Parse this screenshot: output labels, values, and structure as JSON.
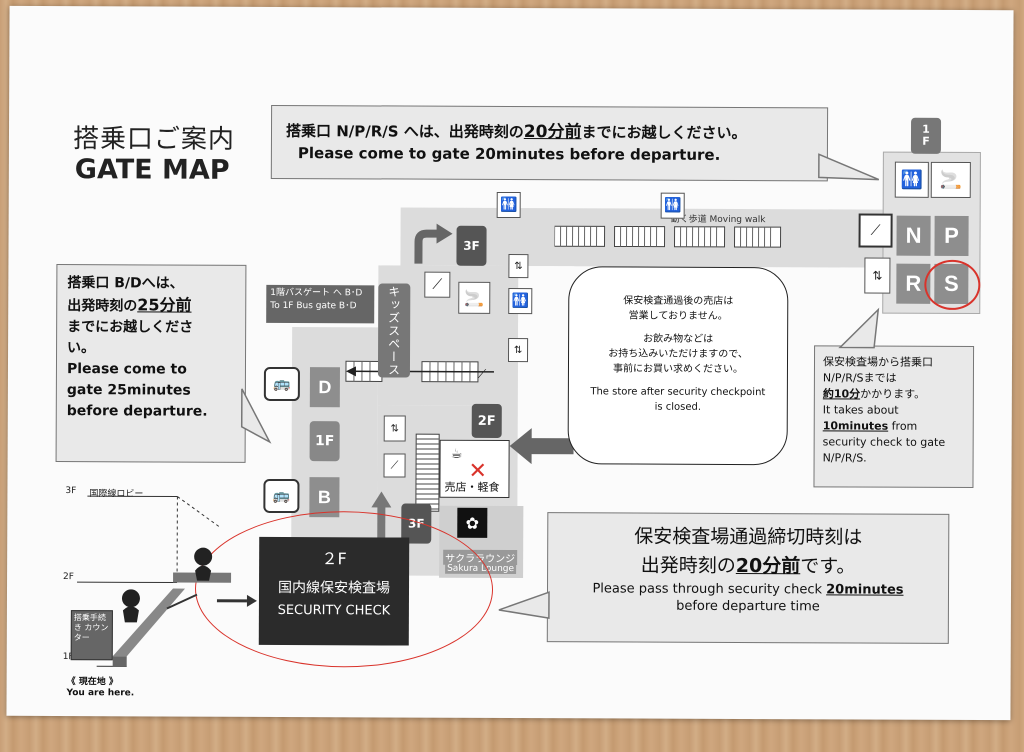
{
  "title": {
    "jp": "搭乗口ご案内",
    "en": "GATE MAP"
  },
  "top_callout": {
    "jp_prefix": "搭乗口 N/P/R/S へは、出発時刻の",
    "jp_strong": "20分前",
    "jp_suffix": "までにお越しください。",
    "en": "Please come to gate 20minutes before departure."
  },
  "left_callout": {
    "jp_line1": "搭乗口 B/Dへは、",
    "jp_line2_prefix": "出発時刻の",
    "jp_line2_strong": "25分前",
    "jp_line3": "までにお越しくださ",
    "jp_line4": "い。",
    "en_line1": "Please come to",
    "en_line2": "gate 25minutes",
    "en_line3": "before departure."
  },
  "right_callout": {
    "jp_line1": "保安検査場から搭乗口",
    "jp_line2": "N/P/R/Sまでは",
    "jp_line3_strong": "約10分",
    "jp_line3_suffix": "かかります。",
    "en_line1": "It takes about",
    "en_line2_strong": "10minutes",
    "en_line2_suffix": " from",
    "en_line3": "security check to gate",
    "en_line4": "N/P/R/S."
  },
  "store_notice": {
    "jp_line1": "保安検査通過後の売店は",
    "jp_line2": "営業しておりません。",
    "jp_line3": "お飲み物などは",
    "jp_line4": "お持ち込みいただけますので、",
    "jp_line5": "事前にお買い求めください。",
    "en_line1": "The store after security checkpoint",
    "en_line2": "is closed."
  },
  "deadline_callout": {
    "jp_line1": "保安検査場通過締切時刻は",
    "jp_line2_prefix": "出発時刻の",
    "jp_line2_strong": "20分前",
    "jp_line2_suffix": "です。",
    "en_line1_prefix": "Please pass through security check ",
    "en_line1_strong": "20minutes",
    "en_line2": "before departure time"
  },
  "security": {
    "floor": "２F",
    "jp": "国内線保安検査場",
    "en": "SECURITY CHECK"
  },
  "gates": {
    "n": "N",
    "p": "P",
    "r": "R",
    "s": "S",
    "d": "D",
    "b": "B"
  },
  "floors": {
    "f1_top": "1\nF",
    "f3_a": "3F",
    "f3_b": "3F",
    "f2": "2F",
    "f1_mid": "1F"
  },
  "labels": {
    "moving_walk": "動く歩道 Moving walk",
    "bus_gate_jp": "1階バスゲート へ B･D",
    "bus_gate_en": "To 1F Bus gate B･D",
    "kids_space": "キッズスペース",
    "store": "売店・軽食",
    "sakura_jp": "サクララウンジ",
    "sakura_en": "Sakura Lounge",
    "lobby_3f": "3F",
    "lobby_label": "国際線ロビー",
    "floor_2f": "2F",
    "floor_1f": "1F",
    "checkin": "搭乗手続き カウンター",
    "you_are_here_jp": "《 現在地 》",
    "you_are_here_en": "You are here."
  },
  "colors": {
    "gate": "#8e8e8e",
    "dark": "#2b2b2b",
    "corridor": "#dcdcdc",
    "annotation": "#d9332b"
  },
  "icons": [
    "restroom-icon",
    "smoking-icon",
    "escalator-icon",
    "elevator-icon",
    "bus-icon",
    "cafe-icon",
    "arrow-icon"
  ]
}
